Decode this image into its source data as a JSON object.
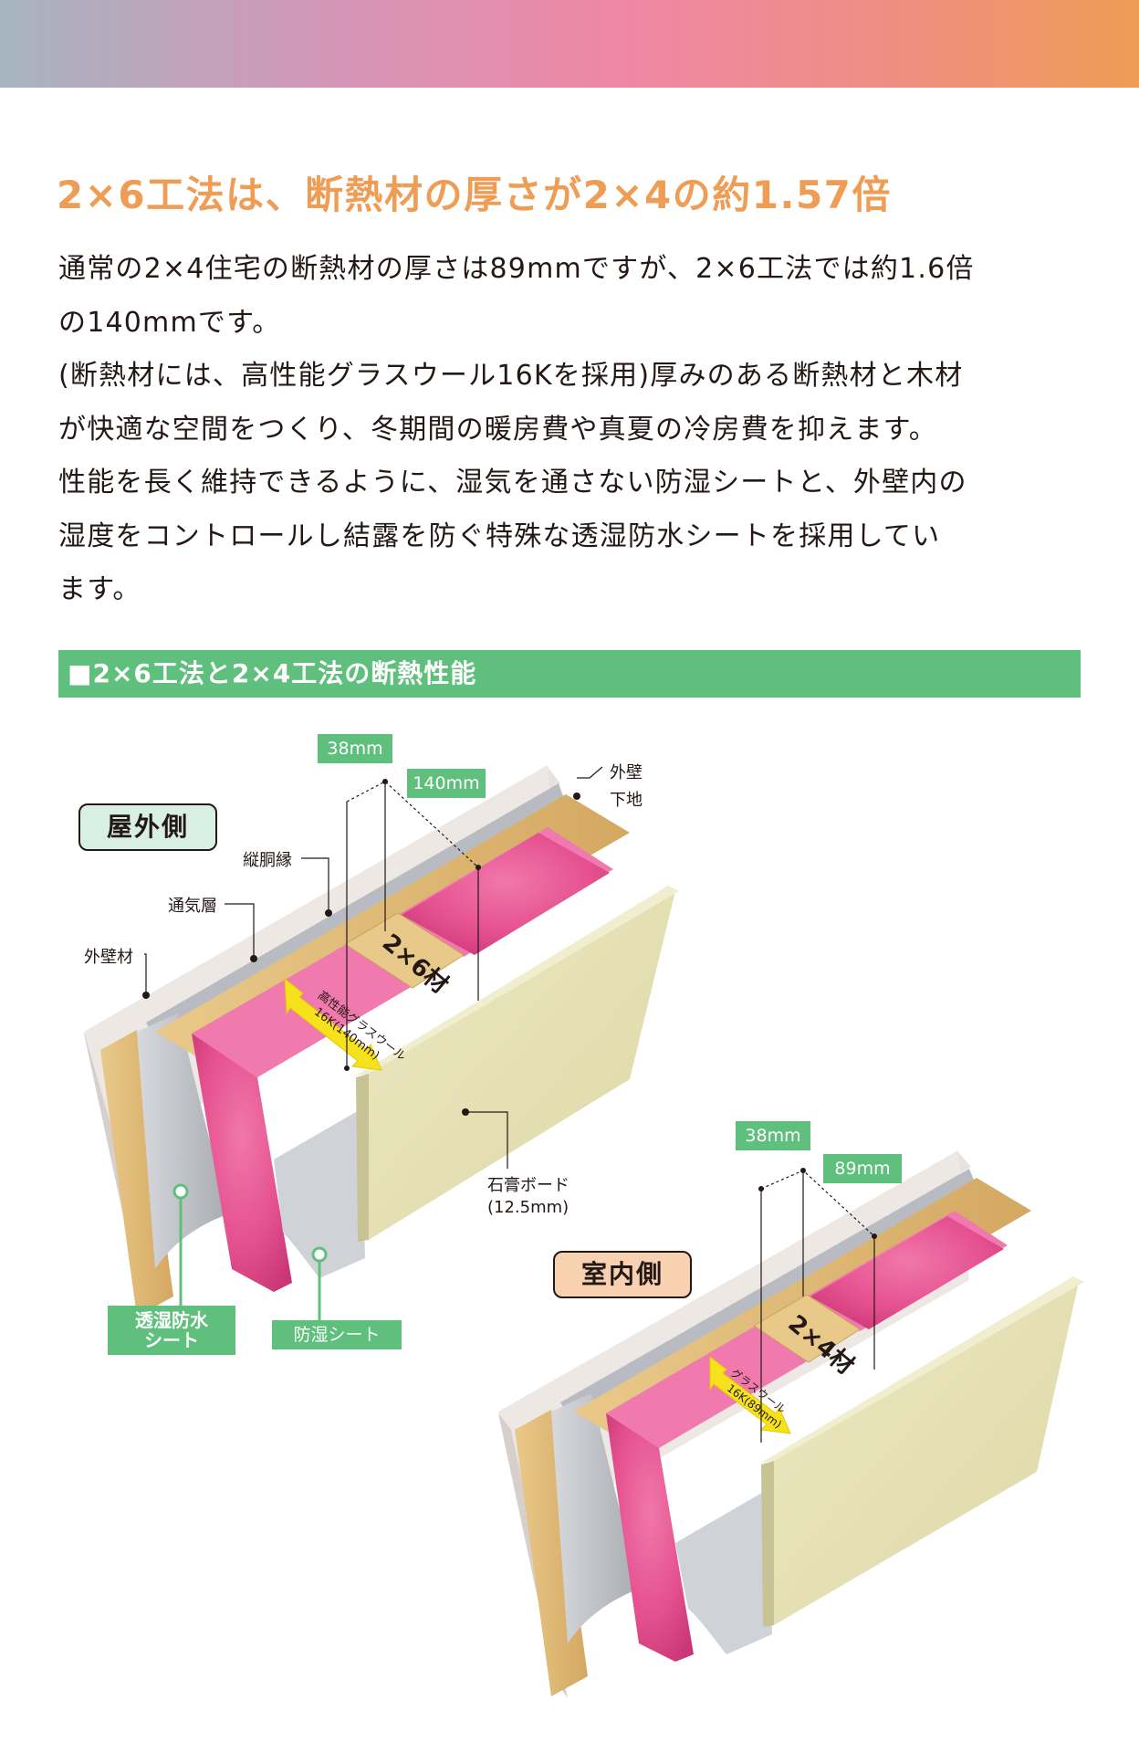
{
  "header": {
    "title": "2×6工法は、断熱材の厚さが2×4の約1.57倍"
  },
  "intro": {
    "lines": [
      "通常の2×4住宅の断熱材の厚さは89mmですが、2×6工法では約1.6倍",
      "の140mmです。",
      "(断熱材には、高性能グラスウール16Kを採用)厚みのある断熱材と木材",
      "が快適な空間をつくり、冬期間の暖房費や真夏の冷房費を抑えます。",
      "性能を長く維持できるように、湿気を通さない防湿シートと、外壁内の",
      "湿度をコントロールし結露を防ぐ特殊な透湿防水シートを採用してい",
      "ます。"
    ]
  },
  "section": {
    "title": "■2×6工法と2×4工法の断熱性能"
  },
  "diagram": {
    "outside_label": "屋外側",
    "inside_label": "室内側",
    "wall_2x6": {
      "stud_label": "2×6材",
      "insulation_label_1": "高性能グラスウール",
      "insulation_label_2": "16K(140mm)",
      "dim_stud_width": "38mm",
      "dim_depth": "140mm"
    },
    "wall_2x4": {
      "stud_label": "2×4材",
      "insulation_label_1": "グラスウール",
      "insulation_label_2": "16K(89mm)",
      "dim_stud_width": "38mm",
      "dim_depth": "89mm"
    },
    "callouts": {
      "exterior_base_1": "外壁",
      "exterior_base_2": "下地",
      "furring_strip": "縦胴縁",
      "air_layer": "通気層",
      "exterior_material": "外壁材",
      "gypsum_board_1": "石膏ボード",
      "gypsum_board_2": "(12.5mm)",
      "breathable_sheet_1": "透湿防水",
      "breathable_sheet_2": "シート",
      "vapor_barrier": "防湿シート"
    },
    "colors": {
      "insulation_pink": "#e5508e",
      "wood": "#e2bf7c",
      "gypsum": "#e6e2b6",
      "tag_green": "#5fbf7c"
    }
  }
}
